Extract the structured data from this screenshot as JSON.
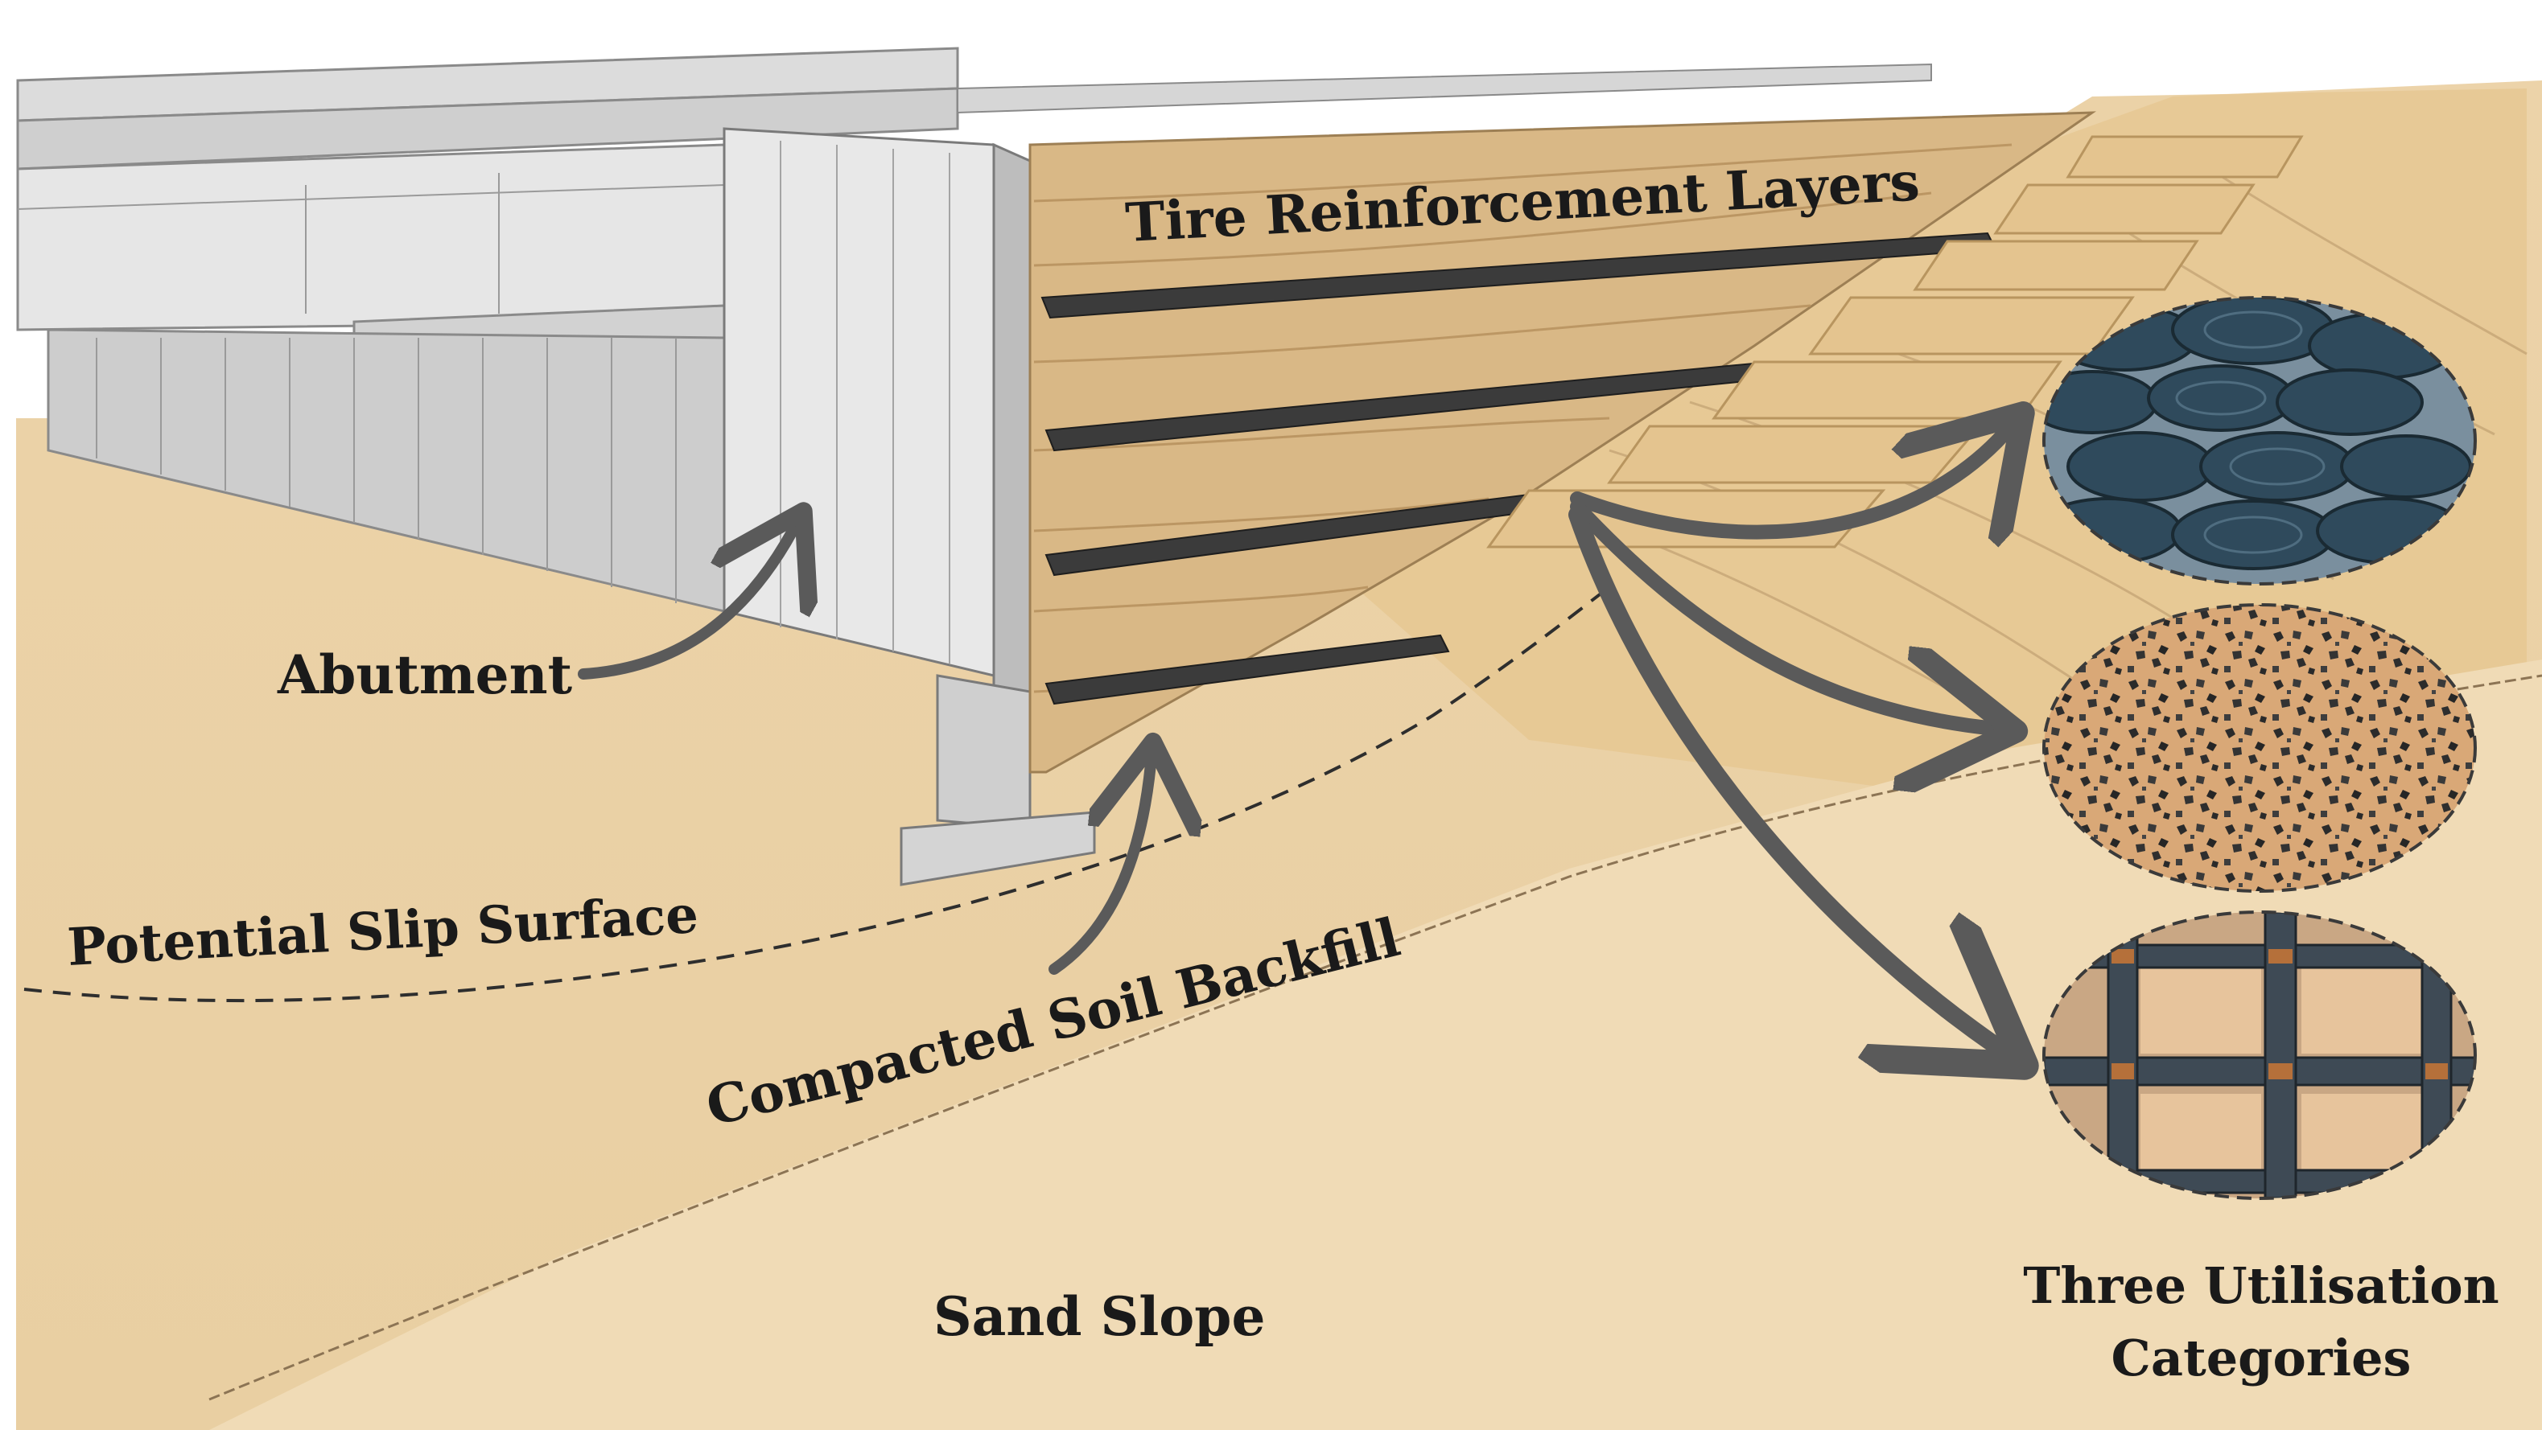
{
  "labels": {
    "tire_layers": "Tire Reinforcement Layers",
    "abutment": "Abutment",
    "slip_surface": "Potential Slip Surface",
    "backfill": "Compacted Soil Backfill",
    "sand_slope": "Sand Slope",
    "categories_line1": "Three Utilisation",
    "categories_line2": "Categories"
  },
  "colors": {
    "sand_light": "#f1dcb8",
    "sand": "#e4c48f",
    "sand_dark": "#c9a36a",
    "concrete": "#d9d9d9",
    "concrete_dark": "#a9a9a9",
    "tire_mat": "#3b3b3b",
    "arrow": "#5a5a5a",
    "text": "#1a1a1a"
  },
  "icons": {
    "circle_top": "whole-tires-icon",
    "circle_middle": "tire-chips-icon",
    "circle_bottom": "tire-strip-grid-icon"
  }
}
